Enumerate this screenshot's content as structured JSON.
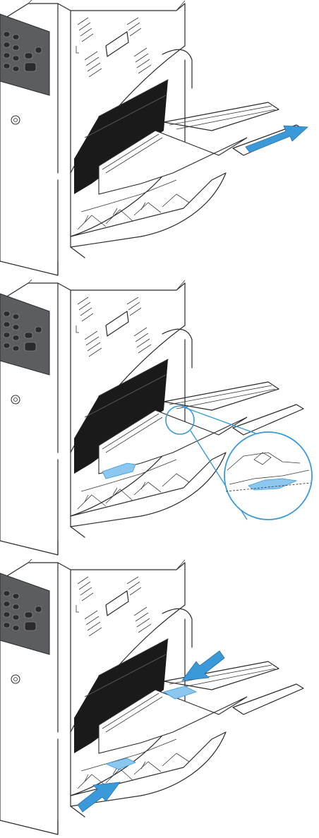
{
  "illustration": {
    "steps": [
      {
        "id": "step-1",
        "action": "insert-paper",
        "arrow_color": "#3a9ad9"
      },
      {
        "id": "step-2",
        "action": "check-stack-height-tab",
        "callout_color": "#3a9ad9"
      },
      {
        "id": "step-3",
        "action": "adjust-side-guides",
        "arrow_color": "#3a9ad9"
      }
    ],
    "colors": {
      "line": "#2a2a2a",
      "panel_fill": "#ffffff",
      "shadow": "#1a1a1a",
      "control_panel": "#5b5d60",
      "highlight": "#8cc7ef",
      "arrow": "#3a9ad9"
    },
    "icons": [
      "power-button-icon",
      "keypad-icon",
      "push-arrow-icon",
      "magnify-callout-icon"
    ]
  }
}
